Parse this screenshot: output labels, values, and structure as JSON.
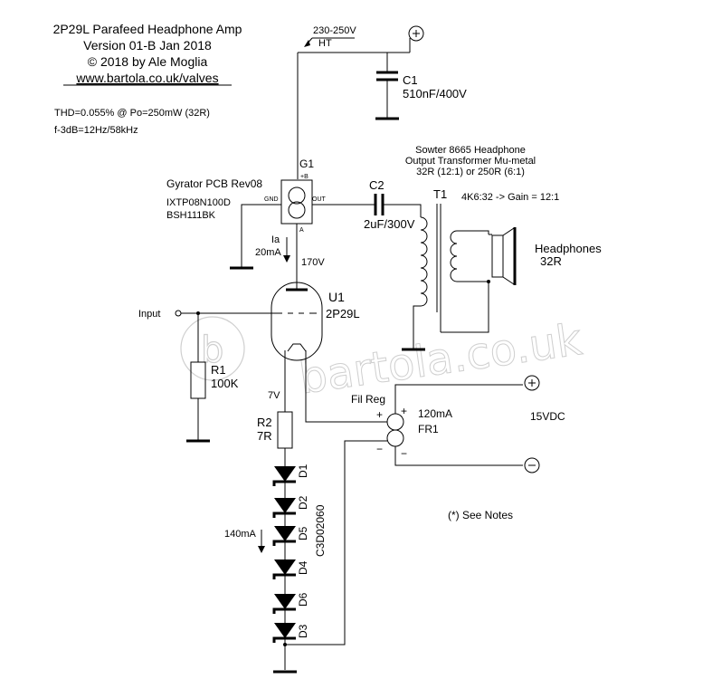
{
  "header": {
    "title": "2P29L Parafeed Headphone Amp",
    "version": "Version 01-B Jan 2018",
    "copyright": "© 2018 by Ale Moglia",
    "url": "www.bartola.co.uk/valves"
  },
  "specs": {
    "thd": "THD=0.055% @ Po=250mW (32R)",
    "bandwidth": "f-3dB=12Hz/58kHz"
  },
  "watermark": "bartola.co.uk",
  "ht": {
    "voltage": "230-250V",
    "label": "HT",
    "plus": "+"
  },
  "c1": {
    "ref": "C1",
    "value": "510nF/400V"
  },
  "gyrator": {
    "ref": "G1",
    "title": "Gyrator PCB Rev08",
    "part1": "IXTP08N100D",
    "part2": "BSH111BK",
    "pin_b": "+B",
    "pin_gnd": "GND",
    "pin_out": "OUT",
    "pin_a": "A"
  },
  "c2": {
    "ref": "C2",
    "value": "2uF/300V"
  },
  "transformer": {
    "ref": "T1",
    "desc1": "Sowter 8665 Headphone",
    "desc2": "Output Transformer Mu-metal",
    "desc3": "32R (12:1) or 250R (6:1)",
    "ratio": "4K6:32 -> Gain =  12:1"
  },
  "headphones": {
    "label": "Headphones",
    "impedance": "32R"
  },
  "anode": {
    "current_label": "Ia",
    "current": "20mA",
    "voltage": "170V"
  },
  "tube": {
    "ref": "U1",
    "type": "2P29L"
  },
  "input": {
    "label": "Input"
  },
  "r1": {
    "ref": "R1",
    "value": "100K"
  },
  "r2": {
    "ref": "R2",
    "value": "7R",
    "voltage": "7V"
  },
  "fil": {
    "label": "Fil Reg",
    "current": "120mA",
    "ref": "FR1",
    "plus": "+",
    "minus": "−",
    "out_plus": "+",
    "out_minus": "−"
  },
  "supply": {
    "voltage": "15VDC",
    "plus": "+",
    "minus": "−"
  },
  "diodes": {
    "current": "140mA",
    "part": "C3D02060",
    "refs": [
      "D1",
      "D2",
      "D5",
      "D4",
      "D6",
      "D3"
    ]
  },
  "notes": "(*) See Notes"
}
